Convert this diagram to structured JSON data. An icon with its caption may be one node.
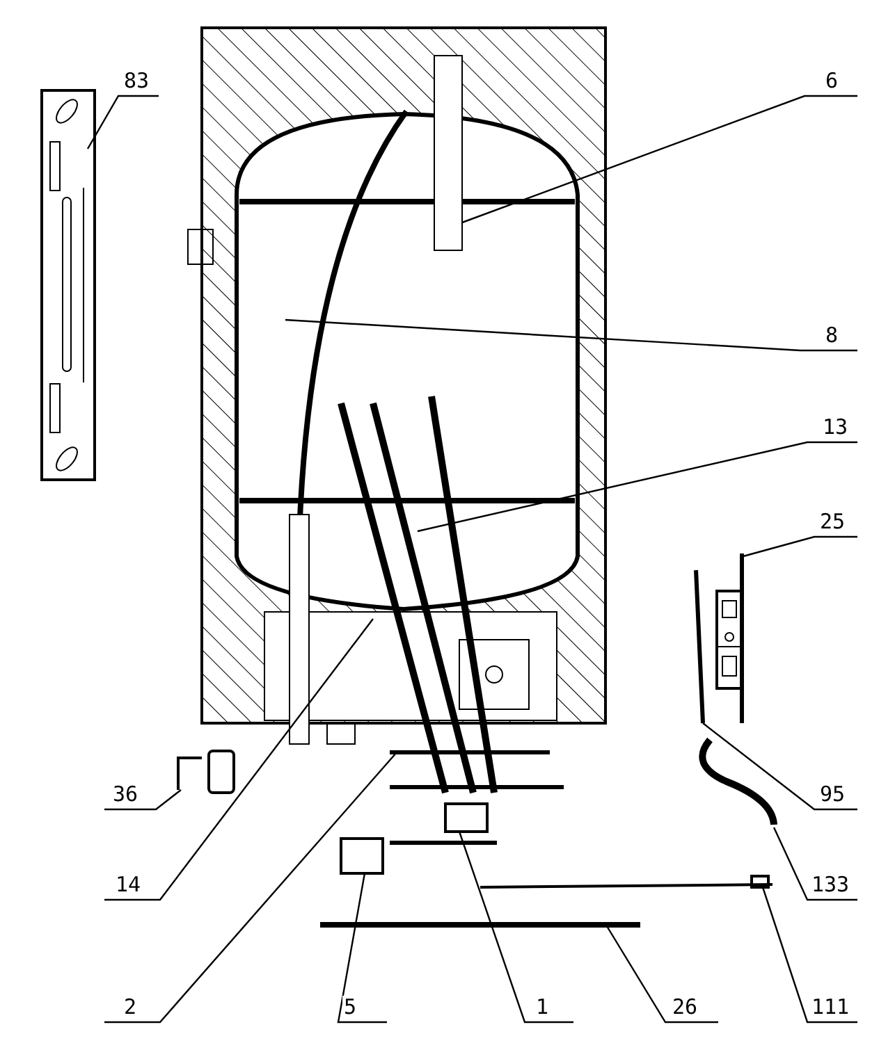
{
  "diagram": {
    "nodes": [
      {
        "text": [
          "6"
        ]
      },
      {
        "text": [
          "83"
        ]
      },
      {
        "text": [
          "8"
        ]
      },
      {
        "text": [
          "13"
        ]
      },
      {
        "text": [
          "25"
        ]
      },
      {
        "text": [
          "36"
        ]
      },
      {
        "text": [
          "95"
        ]
      },
      {
        "text": [
          "14"
        ]
      },
      {
        "text": [
          "133"
        ]
      },
      {
        "text": [
          "2"
        ]
      },
      {
        "text": [
          "5"
        ]
      },
      {
        "text": [
          "1"
        ]
      },
      {
        "text": [
          "26"
        ]
      },
      {
        "text": [
          "111"
        ]
      },
      {
        "text": [],
        "shape": "picture"
      },
      {
        "text": [],
        "shape": "box"
      },
      {
        "text": [],
        "shape": "box"
      },
      {
        "text": [],
        "shape": "picture"
      },
      {
        "text": [],
        "shape": "picture"
      },
      {
        "text": [],
        "shape": "picture"
      }
    ],
    "edges": [
      {
        "from": 0,
        "to": null,
        "arrow": "none"
      },
      {
        "from": 1,
        "to": null,
        "arrow": "none"
      },
      {
        "from": 2,
        "to": null,
        "arrow": "none"
      },
      {
        "from": 3,
        "to": null,
        "arrow": "none"
      },
      {
        "from": 4,
        "to": 14,
        "arrow": "none"
      },
      {
        "from": 5,
        "to": null,
        "arrow": "none"
      },
      {
        "from": 6,
        "to": 18,
        "arrow": "none"
      },
      {
        "from": 7,
        "to": null,
        "arrow": "none"
      },
      {
        "from": 8,
        "to": null,
        "arrow": "none"
      },
      {
        "from": 9,
        "to": 19,
        "arrow": "none"
      },
      {
        "from": 10,
        "to": 15,
        "arrow": "none"
      },
      {
        "from": 11,
        "to": 16,
        "arrow": "none"
      },
      {
        "from": 12,
        "to": null,
        "arrow": "none"
      },
      {
        "from": 13,
        "to": 17,
        "arrow": "none"
      }
    ]
  }
}
